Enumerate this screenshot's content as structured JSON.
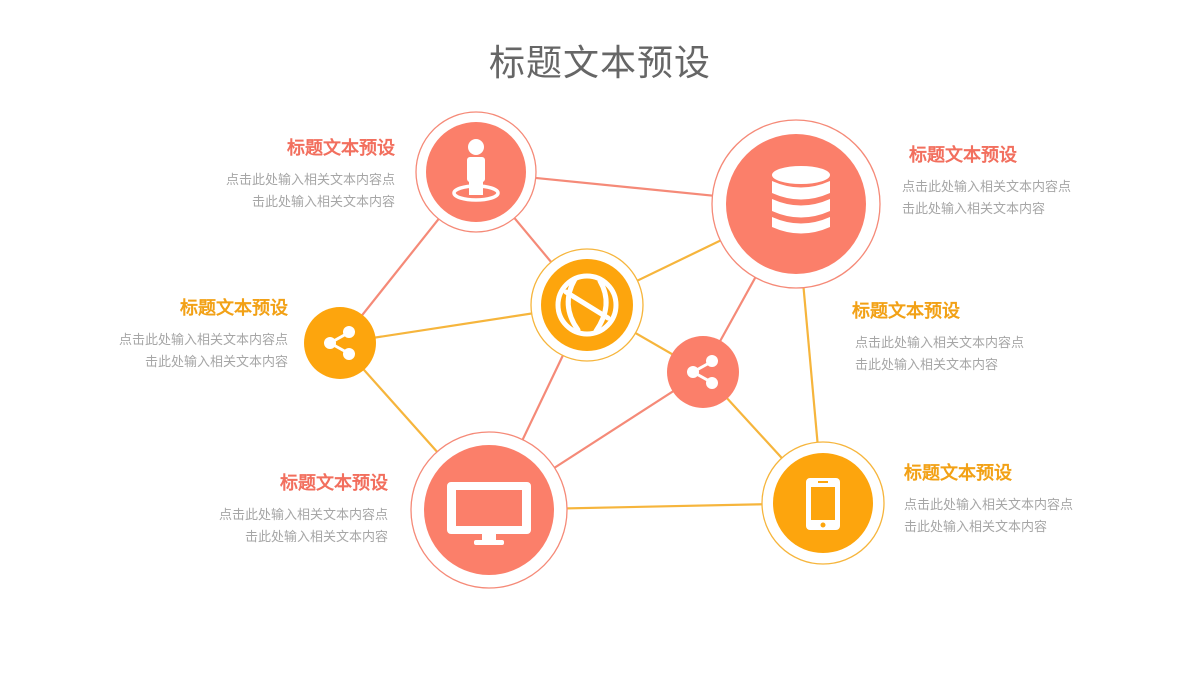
{
  "title": "标题文本预设",
  "colors": {
    "coral": "#fb7f6a",
    "orange": "#fda50d",
    "coral_line": "#f58a78",
    "orange_line": "#f6b53c"
  },
  "nodes": [
    {
      "id": "person",
      "icon": "person-location-icon",
      "color": "coral"
    },
    {
      "id": "database",
      "icon": "database-icon",
      "color": "coral"
    },
    {
      "id": "share-left",
      "icon": "share-icon",
      "color": "orange"
    },
    {
      "id": "globe",
      "icon": "globe-icon",
      "color": "orange"
    },
    {
      "id": "share-center",
      "icon": "share-icon",
      "color": "coral"
    },
    {
      "id": "monitor",
      "icon": "monitor-icon",
      "color": "coral"
    },
    {
      "id": "phone",
      "icon": "smartphone-icon",
      "color": "orange"
    }
  ],
  "blocks": {
    "top_left": {
      "heading": "标题文本预设",
      "line1": "点击此处输入相关文本内容点",
      "line2": "击此处输入相关文本内容"
    },
    "mid_left": {
      "heading": "标题文本预设",
      "line1": "点击此处输入相关文本内容点",
      "line2": "击此处输入相关文本内容"
    },
    "bottom_left": {
      "heading": "标题文本预设",
      "line1": "点击此处输入相关文本内容点",
      "line2": "击此处输入相关文本内容"
    },
    "top_right": {
      "heading": "标题文本预设",
      "line1": "点击此处输入相关文本内容点",
      "line2": "击此处输入相关文本内容"
    },
    "mid_right": {
      "heading": "标题文本预设",
      "line1": "点击此处输入相关文本内容点",
      "line2": "击此处输入相关文本内容"
    },
    "bottom_right": {
      "heading": "标题文本预设",
      "line1": "点击此处输入相关文本内容点",
      "line2": "击此处输入相关文本内容"
    }
  }
}
